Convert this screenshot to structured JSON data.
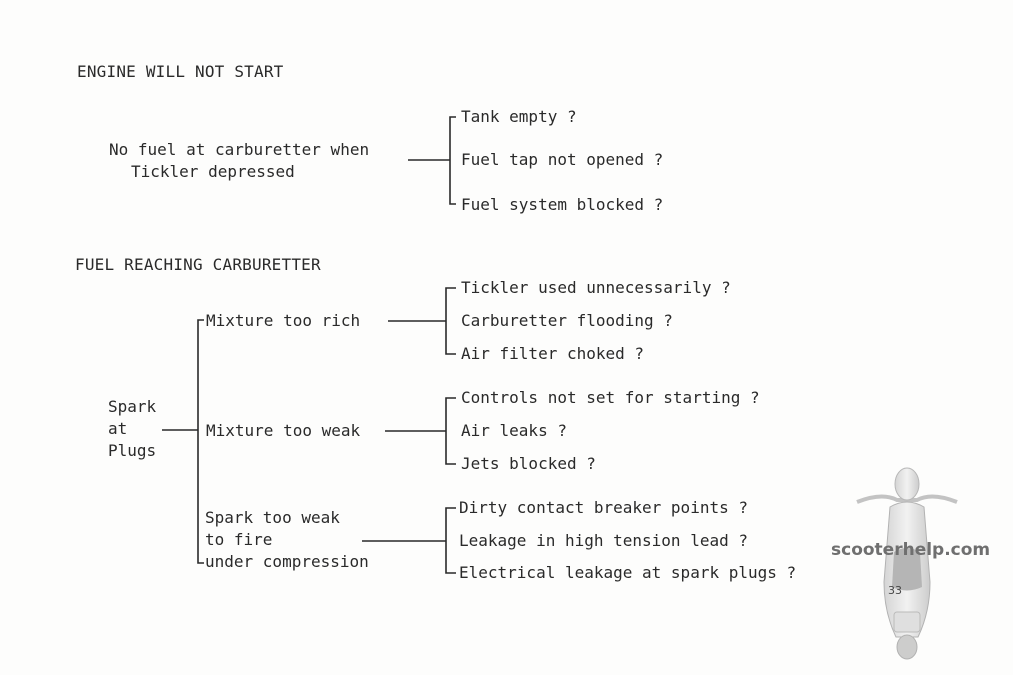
{
  "section1": {
    "heading": "ENGINE WILL NOT START",
    "cause_line1": "No fuel at carburetter when",
    "cause_line2": "Tickler depressed",
    "checks": [
      "Tank empty ?",
      "Fuel tap not opened ?",
      "Fuel system blocked ?"
    ]
  },
  "section2": {
    "heading": "FUEL REACHING CARBURETTER",
    "root": [
      "Spark",
      "at",
      "Plugs"
    ],
    "branches": [
      {
        "label": [
          "Mixture too rich"
        ],
        "checks": [
          "Tickler used unnecessarily ?",
          "Carburetter flooding ?",
          "Air filter choked ?"
        ]
      },
      {
        "label": [
          "Mixture too weak"
        ],
        "checks": [
          "Controls not set for starting ?",
          "Air leaks ?",
          "Jets blocked ?"
        ]
      },
      {
        "label": [
          "Spark too weak",
          "to fire",
          "under compression"
        ],
        "checks": [
          "Dirty contact breaker points ?",
          "Leakage in high tension lead ?",
          "Electrical leakage at spark plugs ?"
        ]
      }
    ]
  },
  "watermark": "scooterhelp.com",
  "page_number": "33",
  "watermark_icon": "scooter-icon"
}
